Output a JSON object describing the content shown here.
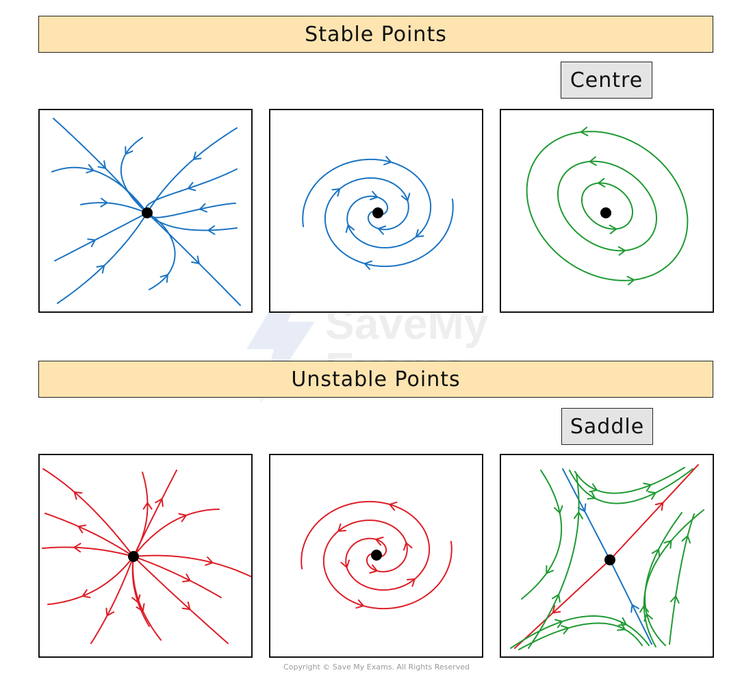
{
  "sections": {
    "stable": {
      "title": "Stable Points",
      "tag": "Centre"
    },
    "unstable": {
      "title": "Unstable Points",
      "tag": "Saddle"
    }
  },
  "colors": {
    "stable_curves": "#1a73c2",
    "centre_curves": "#1e9a32",
    "unstable_curves": "#dd1d26",
    "saddle_stable_axis": "#1a73c2",
    "saddle_unstable_axis": "#dd1d26",
    "saddle_curves": "#1e9a32",
    "banner": "#fde4b0",
    "tag": "#e4e4e4"
  },
  "panels": [
    {
      "id": "stable-node",
      "section": "stable",
      "type": "stable-node",
      "color": "stable_curves"
    },
    {
      "id": "stable-spiral",
      "section": "stable",
      "type": "stable-spiral",
      "color": "stable_curves"
    },
    {
      "id": "centre",
      "section": "stable",
      "type": "centre",
      "color": "centre_curves"
    },
    {
      "id": "unstable-node",
      "section": "unstable",
      "type": "unstable-node",
      "color": "unstable_curves"
    },
    {
      "id": "unstable-spiral",
      "section": "unstable",
      "type": "unstable-spiral",
      "color": "unstable_curves"
    },
    {
      "id": "saddle",
      "section": "unstable",
      "type": "saddle",
      "color": "saddle_curves"
    }
  ],
  "watermark": {
    "line1": "SaveMy",
    "line2": "Exams"
  },
  "copyright": "Copyright © Save My Exams. All Rights Reserved"
}
